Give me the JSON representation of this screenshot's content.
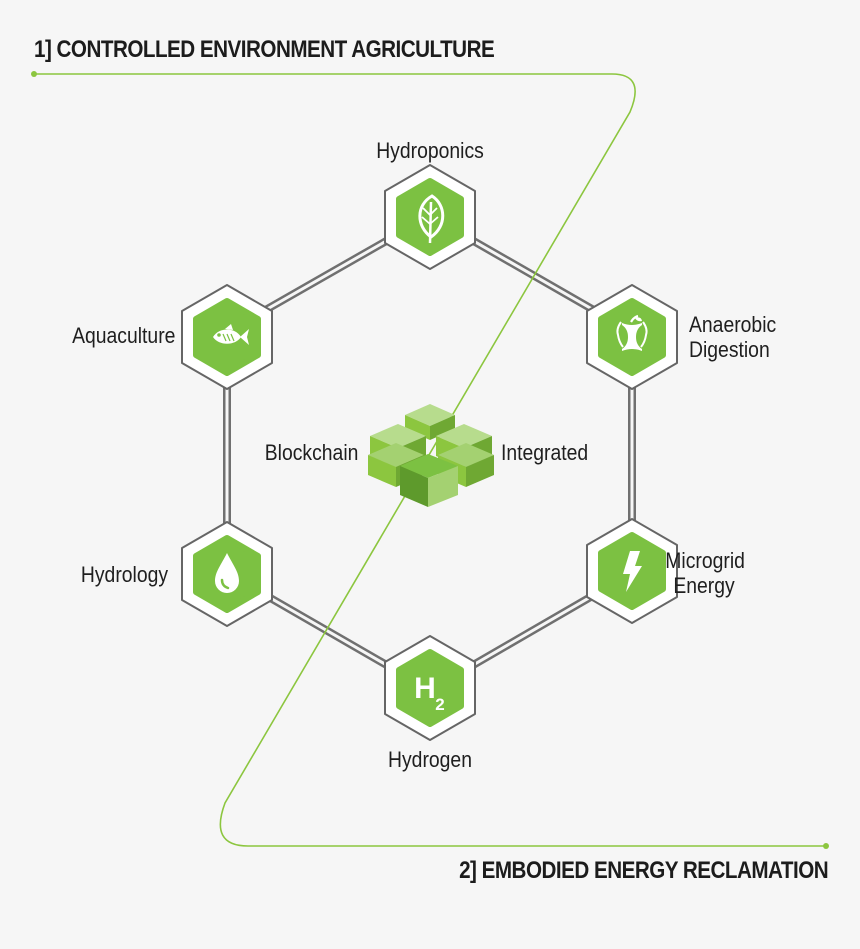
{
  "headings": {
    "top": "1] CONTROLLED ENVIRONMENT AGRICULTURE",
    "bottom": "2] EMBODIED ENERGY RECLAMATION"
  },
  "center": {
    "left_label": "Blockchain",
    "right_label": "Integrated",
    "icon": "green-cubes-icon"
  },
  "nodes": {
    "hydroponics": {
      "label": "Hydroponics",
      "icon": "leaf-icon"
    },
    "anaerobic_digestion": {
      "lines": [
        "Anaerobic",
        "Digestion"
      ],
      "icon": "apple-core-icon"
    },
    "microgrid_energy": {
      "lines": [
        "Microgrid",
        "Energy"
      ],
      "icon": "lightning-bolt-icon"
    },
    "hydrogen": {
      "label": "Hydrogen",
      "icon": "h2-icon",
      "icon_text": "H",
      "icon_subscript": "2"
    },
    "hydrology": {
      "label": "Hydrology",
      "icon": "water-drop-icon"
    },
    "aquaculture": {
      "label": "Aquaculture",
      "icon": "fish-icon"
    }
  },
  "colors": {
    "accent_green": "#7cc142",
    "path_green": "#8cc63f",
    "hex_outline": "#666666",
    "ring": "#707070",
    "background": "#f6f6f6",
    "text": "#1c1c1c"
  }
}
